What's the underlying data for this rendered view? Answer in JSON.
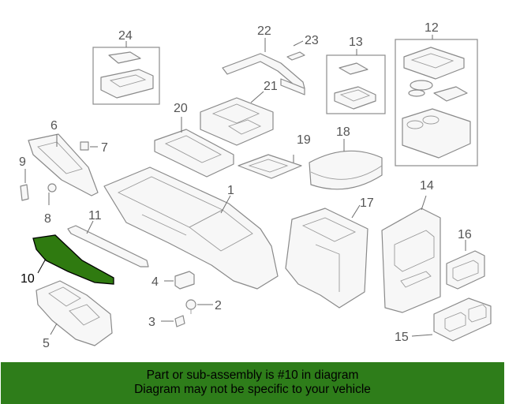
{
  "diagram": {
    "highlighted_part": "10",
    "callouts": [
      "24",
      "22",
      "23",
      "13",
      "12",
      "21",
      "20",
      "6",
      "7",
      "19",
      "18",
      "9",
      "1",
      "17",
      "14",
      "8",
      "11",
      "16",
      "10",
      "4",
      "2",
      "3",
      "5",
      "15"
    ]
  },
  "banner": {
    "line1": "Part or sub-assembly is #10 in diagram",
    "line2": "Diagram may not be specific to your vehicle"
  },
  "colors": {
    "banner_bg": "#2e7d1a",
    "highlight": "#2f7a10"
  }
}
